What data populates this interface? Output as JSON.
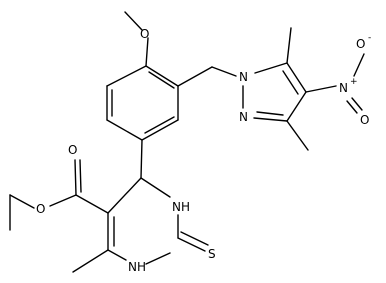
{
  "structure": {
    "atoms": [
      {
        "id": "O_me",
        "text": "O"
      },
      {
        "id": "N1",
        "text": "N"
      },
      {
        "id": "N2",
        "text": "N"
      },
      {
        "id": "N_nitro",
        "text": "N",
        "charge": "+"
      },
      {
        "id": "O_nitro1",
        "text": "O",
        "charge": "-"
      },
      {
        "id": "O_nitro2",
        "text": "O"
      },
      {
        "id": "O_carbonyl",
        "text": "O"
      },
      {
        "id": "O_ester",
        "text": "O"
      },
      {
        "id": "NH1",
        "text": "NH"
      },
      {
        "id": "NH2",
        "text": "NH"
      },
      {
        "id": "S",
        "text": "S"
      }
    ]
  }
}
